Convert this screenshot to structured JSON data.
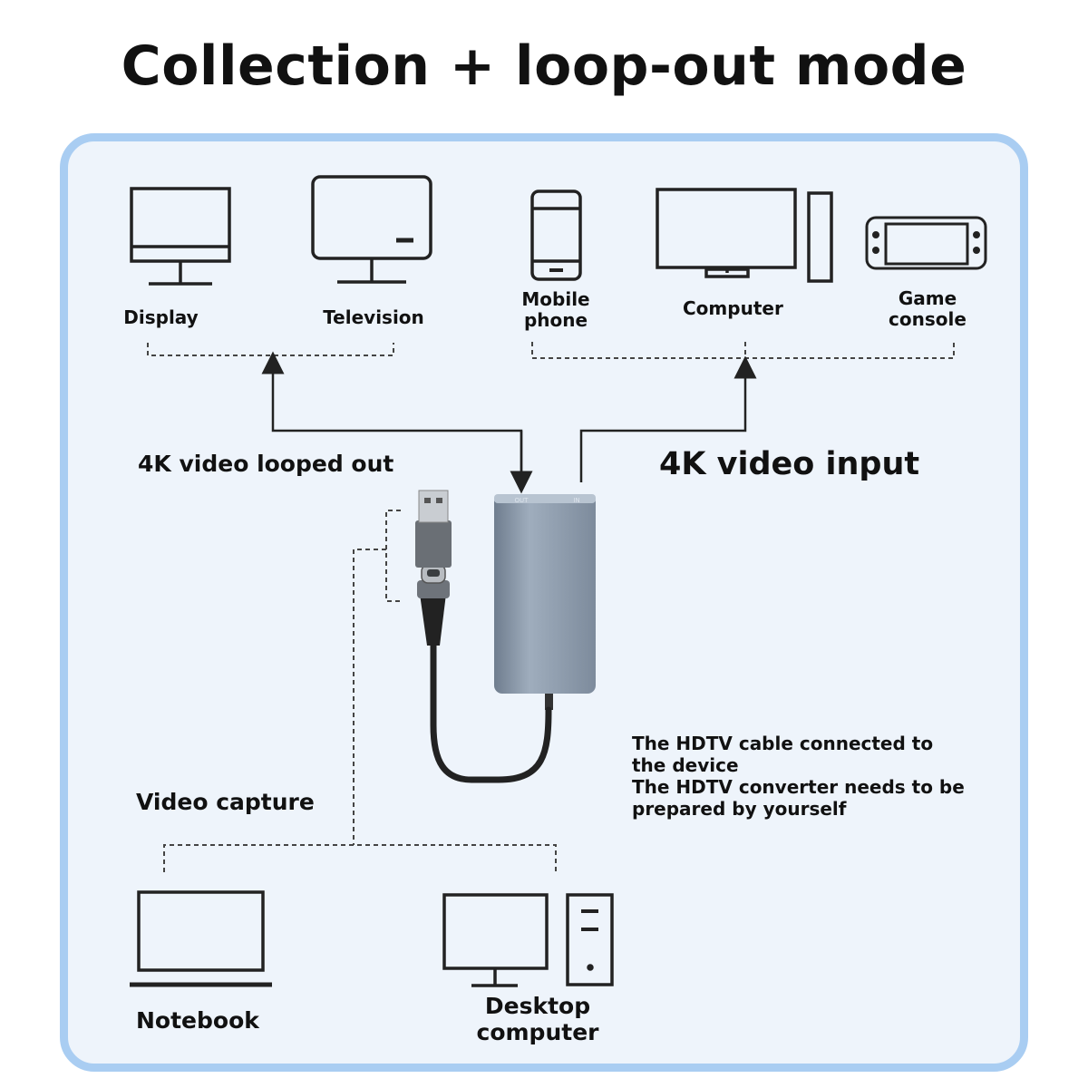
{
  "title": "Collection + loop-out mode",
  "devices_top": {
    "display": "Display",
    "television": "Television",
    "mobile_phone_line1": "Mobile",
    "mobile_phone_line2": "phone",
    "computer": "Computer",
    "game_console_line1": "Game",
    "game_console_line2": "console"
  },
  "labels": {
    "loop_out": "4K video looped out",
    "video_input": "4K video input",
    "video_capture": "Video capture"
  },
  "note": {
    "line1": "The HDTV cable connected to",
    "line2": "the device",
    "line3": "The HDTV converter needs to be",
    "line4": "prepared by yourself"
  },
  "devices_bottom": {
    "notebook": "Notebook",
    "desktop_line1": "Desktop",
    "desktop_line2": "computer"
  },
  "colors": {
    "panel_border": "#a9cdf2",
    "panel_fill": "#eef4fb",
    "device_body": "#8c9aab"
  }
}
